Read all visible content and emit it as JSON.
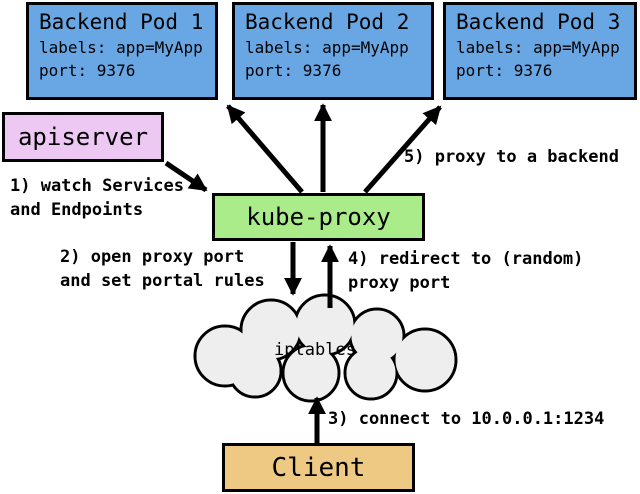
{
  "diagram": {
    "pods": [
      {
        "title": "Backend Pod 1",
        "labels_line": "labels: app=MyApp",
        "port_line": "port: 9376"
      },
      {
        "title": "Backend Pod 2",
        "labels_line": "labels: app=MyApp",
        "port_line": "port: 9376"
      },
      {
        "title": "Backend Pod 3",
        "labels_line": "labels: app=MyApp",
        "port_line": "port: 9376"
      }
    ],
    "nodes": {
      "apiserver": "apiserver",
      "kube_proxy": "kube-proxy",
      "iptables": "iptables",
      "client": "Client"
    },
    "steps": {
      "step1": [
        "1) watch Services",
        "and Endpoints"
      ],
      "step2": [
        "2) open proxy port",
        "and set portal rules"
      ],
      "step3": "3) connect to 10.0.0.1:1234",
      "step4": [
        "4) redirect to (random)",
        "proxy port"
      ],
      "step5": "5) proxy to a backend"
    },
    "colors": {
      "pod_fill": "#69a7e4",
      "apiserver_fill": "#ecc8f2",
      "kube_proxy_fill": "#aaec8a",
      "client_fill": "#edc983",
      "cloud_fill": "#eeeeee",
      "border": "#000000",
      "arrow": "#000000"
    }
  }
}
